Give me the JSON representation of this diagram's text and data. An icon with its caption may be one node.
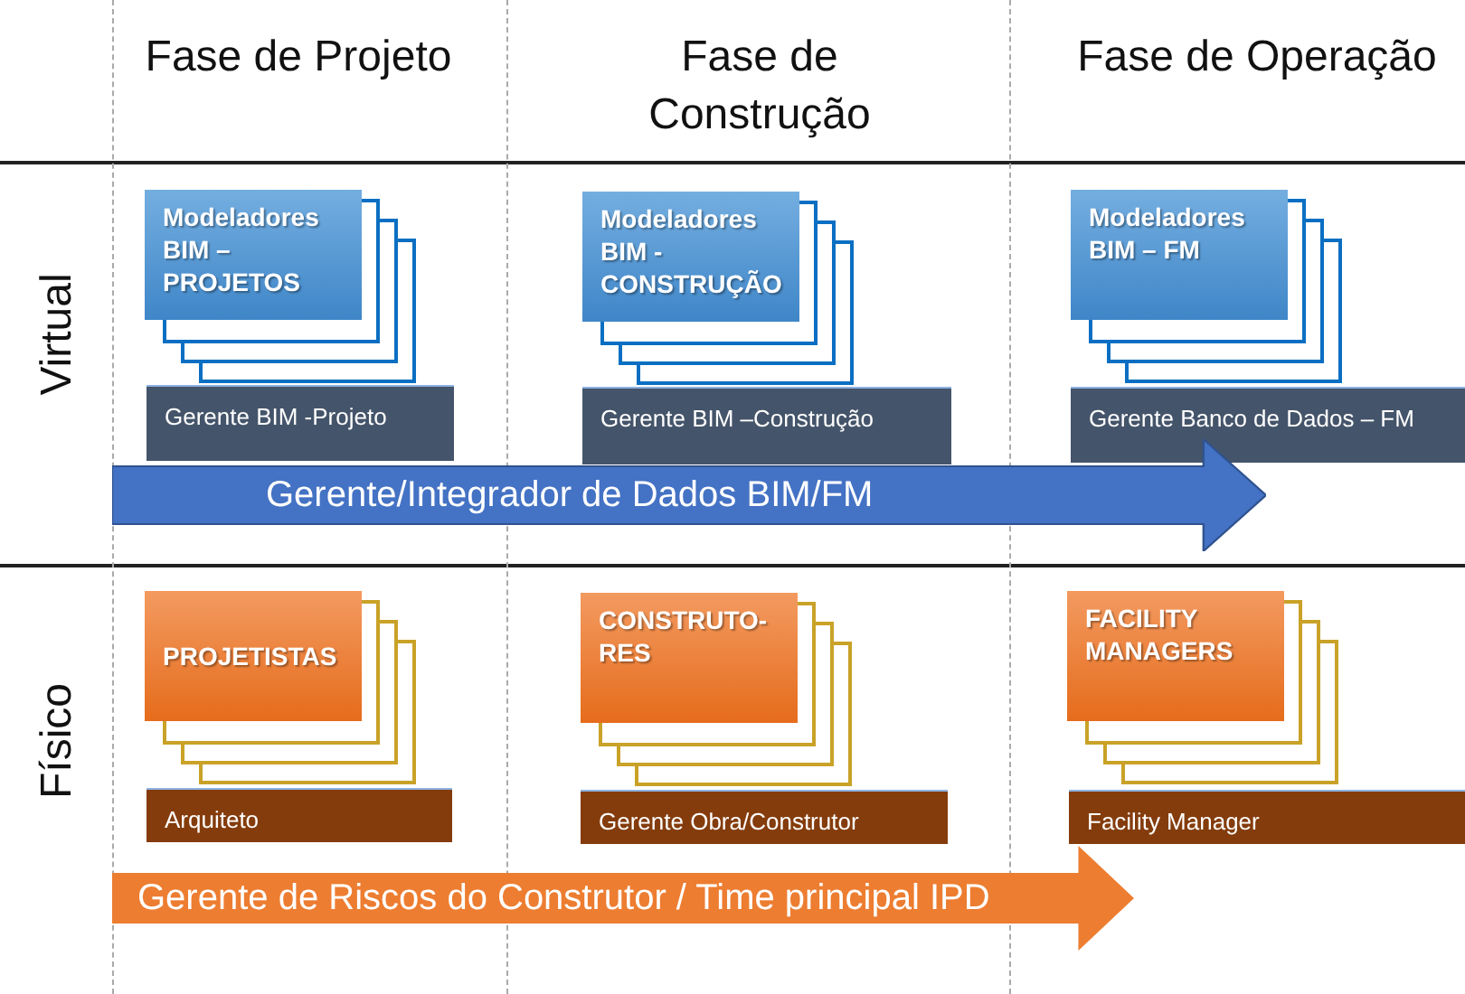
{
  "diagram": {
    "nodes": [
      {
        "text": [
          "Modeladores BIM – PROJETOS"
        ]
      },
      {
        "text": [
          "Modeladores BIM - CONSTRUÇÃO"
        ]
      },
      {
        "text": [
          "Modeladores BIM – FM"
        ]
      },
      {
        "text": [
          "Gerente BIM -Projeto"
        ]
      },
      {
        "text": [
          "Gerente BIM –Construção"
        ]
      },
      {
        "text": [
          "Gerente Banco de Dados – FM"
        ]
      },
      {
        "text": [
          "Gerente/Integrador de Dados BIM/FM"
        ]
      },
      {
        "text": [
          "PROJETISTAS"
        ]
      },
      {
        "text": [
          "CONSTRUTO- RES"
        ]
      },
      {
        "text": [
          "FACILITY MANAGERS"
        ]
      },
      {
        "text": [
          "Arquiteto"
        ]
      },
      {
        "text": [
          "Gerente Obra/Construtor"
        ]
      },
      {
        "text": [
          "Facility Manager"
        ]
      },
      {
        "text": [
          "Gerente de Riscos do Construtor / Time principal IPD"
        ]
      }
    ],
    "labels": [
      "Fase de Projeto",
      "Fase de Construção",
      "Fase de Operação",
      "Virtual",
      "Físico"
    ]
  }
}
